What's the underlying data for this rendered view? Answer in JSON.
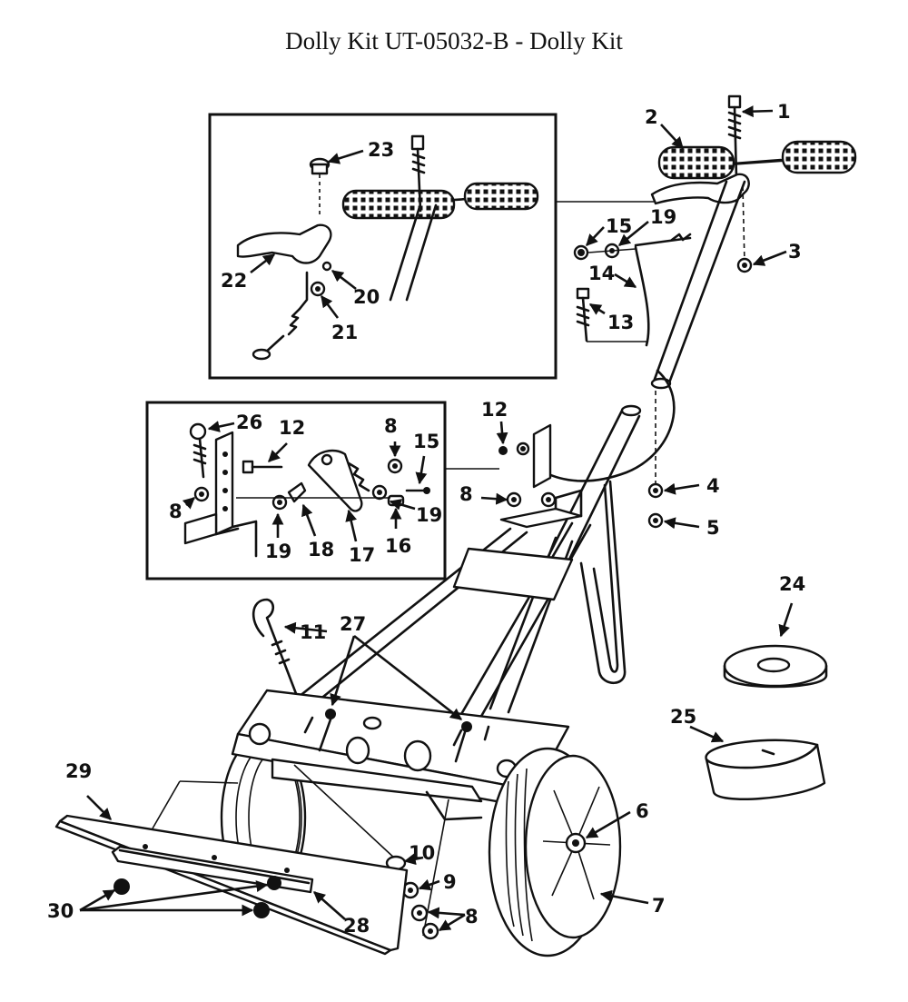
{
  "title": "Dolly Kit UT-05032-B  - Dolly Kit",
  "callouts": [
    "1",
    "2",
    "3",
    "4",
    "5",
    "6",
    "7",
    "8",
    "9",
    "10",
    "11",
    "12",
    "13",
    "14",
    "15",
    "16",
    "17",
    "18",
    "19",
    "20",
    "21",
    "22",
    "23",
    "24",
    "25",
    "26",
    "27",
    "28",
    "29",
    "30"
  ],
  "extra_callouts": {
    "n8_inset": "8",
    "n8_mid": "8",
    "n8_bottom": "8",
    "n12_inset": "12",
    "n15_inset": "15",
    "n19_inset_a": "19",
    "n19_inset_b": "19"
  }
}
